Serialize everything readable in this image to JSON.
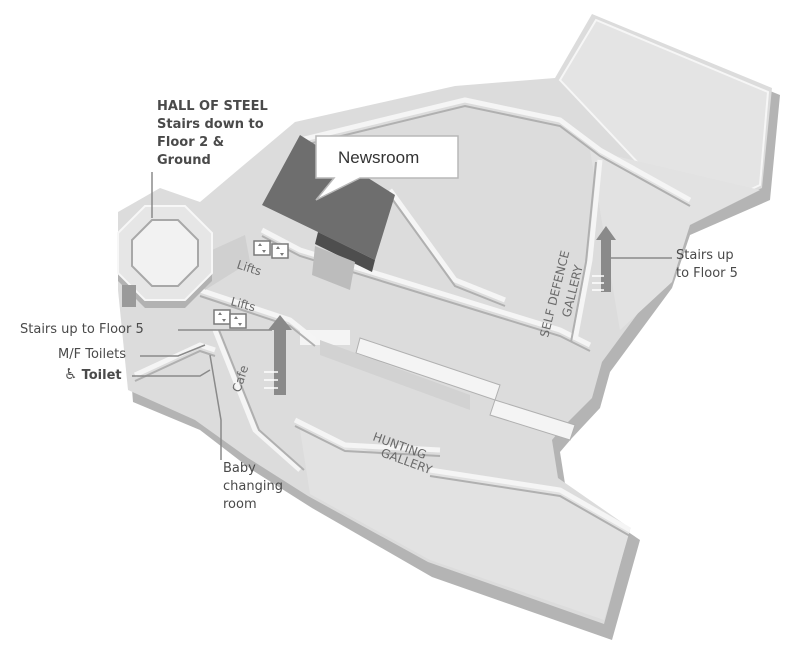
{
  "map": {
    "colors": {
      "floor": "#dcdcdc",
      "wall_side": "#b4b4b4",
      "wall_top": "#f4f4f4",
      "highlight": "#6e6e6e",
      "leader": "#8a8a8a"
    },
    "labels": {
      "hall_of_steel": "HALL OF STEEL",
      "stairs_down": [
        "Stairs down to",
        "Floor 2 &",
        "Ground"
      ],
      "stairs_up_left": "Stairs up to Floor 5",
      "mf_toilets": "M/F Toilets",
      "toilet": "Toilet",
      "baby_changing": [
        "Baby",
        "changing",
        "room"
      ],
      "stairs_up_right": [
        "Stairs up",
        "to Floor 5"
      ],
      "newsroom_callout": "Newsroom",
      "lifts_top": "Lifts",
      "lifts_bottom": "Lifts",
      "cafe": "Cafe",
      "hunting_gallery": [
        "HUNTING",
        "GALLERY"
      ],
      "self_defence_gallery": [
        "SELF DEFENCE",
        "GALLERY"
      ]
    },
    "icons": {
      "accessible": "wheelchair-icon",
      "lift": "lift-icon",
      "stairs_arrow": "arrow-up-icon"
    }
  }
}
